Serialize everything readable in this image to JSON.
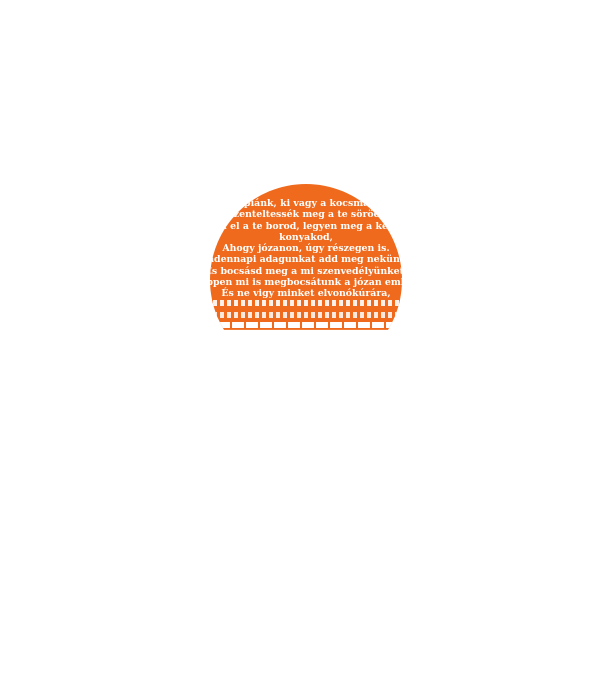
{
  "artwork": {
    "shape_color": "#ef6a1d",
    "background_color": "#ffffff",
    "text_color": "#ffffff",
    "poem_lines": [
      "Sörapiánk, ki vagy a kocsmában,",
      "szenteltessék meg a te söröd,",
      "Jöjjön el a te borod, legyen meg a kedved,",
      "konyakod,",
      "Ahogy józanon, úgy részegen is.",
      "A mindennapi adagunkat add meg nekünk ma,",
      "És bocsásd meg a mi szenvedélyünket,",
      "Miképpen mi is megbocsátunk a józan embereknek.",
      "És ne vigy minket elvonókúrára,"
    ]
  }
}
